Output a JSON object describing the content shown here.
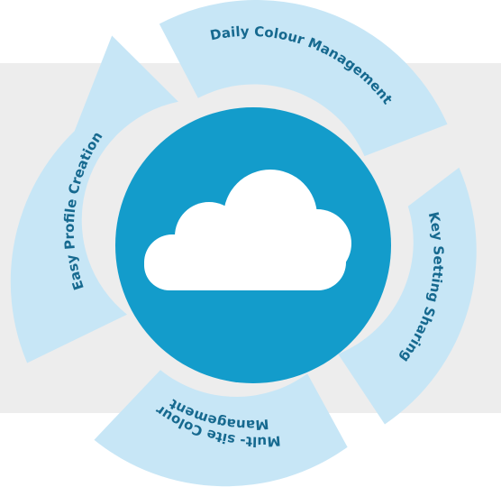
{
  "cycle": {
    "segments": [
      {
        "id": "daily",
        "label": "Daily Colour Management"
      },
      {
        "id": "key-setting",
        "label": "Key Setting Sharing"
      },
      {
        "id": "multi-site-line1",
        "label": "Mult- site Colour"
      },
      {
        "id": "multi-site-line2",
        "label": "Management"
      },
      {
        "id": "easy-profile",
        "label": "Easy Profile Creation"
      }
    ],
    "center_icon": "cloud-icon"
  },
  "colors": {
    "backdrop": "#ededed",
    "segment_fill": "#c7e6f6",
    "label_text": "#16698f",
    "hub_fill": "#139ccb",
    "icon_fill": "#ffffff"
  }
}
